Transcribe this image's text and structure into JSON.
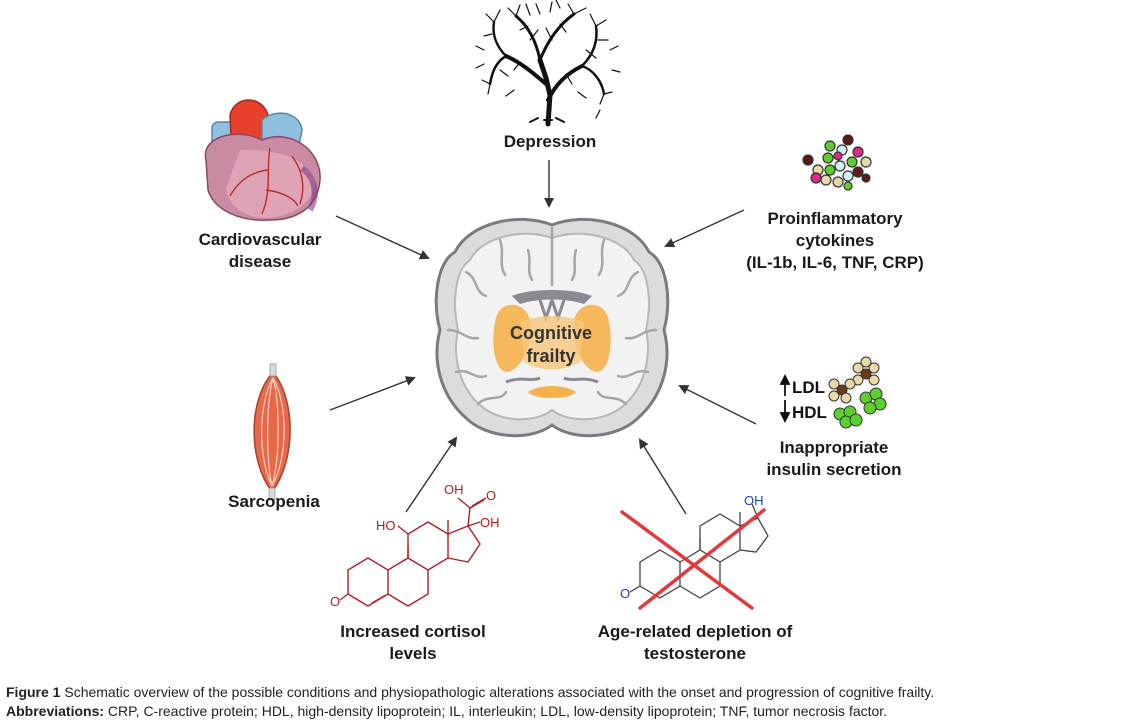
{
  "diagram": {
    "center": {
      "line1": "Cognitive",
      "line2": "frailty"
    },
    "nodes": {
      "depression": {
        "label": "Depression",
        "icon": "tree-head-icon"
      },
      "cardiovascular": {
        "line1": "Cardiovascular",
        "line2": "disease",
        "icon": "heart-icon"
      },
      "cytokines": {
        "line1": "Proinflammatory",
        "line2": "cytokines",
        "line3": "(IL-1b, IL-6, TNF, CRP)",
        "icon": "cytokine-cluster-icon"
      },
      "sarcopenia": {
        "label": "Sarcopenia",
        "icon": "muscle-icon"
      },
      "insulin": {
        "line1": "Inappropriate",
        "line2": "insulin secretion",
        "ldl": "LDL",
        "hdl": "HDL",
        "icon": "lipoprotein-icon"
      },
      "cortisol": {
        "line1": "Increased cortisol",
        "line2": "levels",
        "icon": "cortisol-molecule-icon",
        "atoms": {
          "oh_top": "OH",
          "ho_left": "HO",
          "oh_right": "OH",
          "o": "O"
        }
      },
      "testosterone": {
        "line1": "Age-related depletion of",
        "line2": "testosterone",
        "icon": "testosterone-molecule-icon",
        "atoms": {
          "oh": "OH",
          "o": "O"
        }
      }
    },
    "colors": {
      "arrow": "#333333",
      "cortisol": "#b01e23",
      "cross": "#e03a3e",
      "oxygen": "#1f3fa8",
      "hdl_green": "#5ccf2e",
      "heart_red": "#e8412b"
    }
  },
  "caption": {
    "figure_label": "Figure 1",
    "figure_text": "Schematic overview of the possible conditions and physiopathologic alterations associated with the onset and progression of cognitive frailty.",
    "abbr_label": "Abbreviations:",
    "abbr_text": "CRP, C-reactive protein; HDL, high-density lipoprotein; IL, interleukin; LDL, low-density lipoprotein; TNF, tumor necrosis factor."
  }
}
